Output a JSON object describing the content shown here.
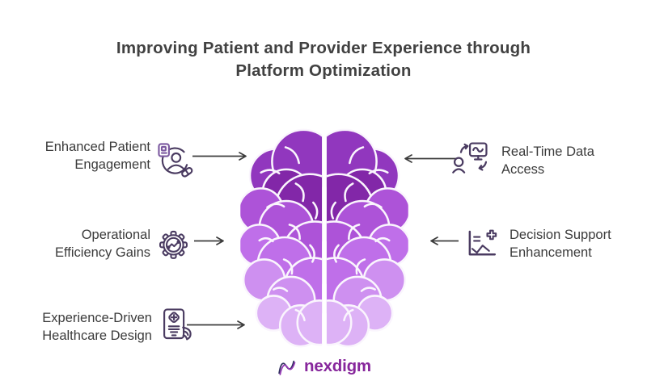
{
  "title": {
    "line1": "Improving Patient and Provider Experience through",
    "line2": "Platform Optimization"
  },
  "items": {
    "left": [
      {
        "line1": "Enhanced Patient",
        "line2": "Engagement",
        "icon": "patient-engagement-icon"
      },
      {
        "line1": "Operational",
        "line2": "Efficiency Gains",
        "icon": "efficiency-gear-icon"
      },
      {
        "line1": "Experience-Driven",
        "line2": "Healthcare Design",
        "icon": "healthcare-tablet-icon"
      }
    ],
    "right": [
      {
        "line1": "Real-Time Data",
        "line2": "Access",
        "icon": "realtime-data-icon"
      },
      {
        "line1": "Decision Support",
        "line2": "Enhancement",
        "icon": "decision-support-icon"
      }
    ]
  },
  "brand": {
    "name": "nexdigm"
  },
  "colors": {
    "accent_purple": "#87279c",
    "icon_stroke": "#4a3b61",
    "arrow": "#3c3c3c",
    "title_text": "#414141",
    "label_text": "#3b3b3b",
    "brain_dark": "#8227a8",
    "brain_band1": "#9137be",
    "brain_band2": "#ad53d8",
    "brain_band3": "#bf6fe9",
    "brain_band4": "#ce90f0",
    "brain_band5": "#ddb2f6",
    "logo_navy": "#2f2e5e"
  }
}
